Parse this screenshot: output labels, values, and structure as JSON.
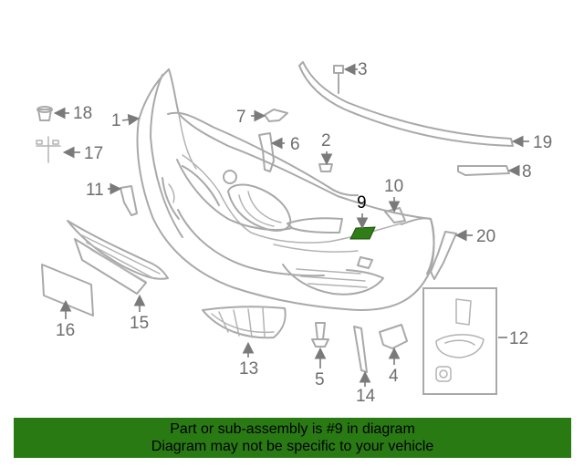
{
  "callouts": {
    "c1": "1",
    "c2": "2",
    "c3": "3",
    "c4": "4",
    "c5": "5",
    "c6": "6",
    "c7": "7",
    "c8": "8",
    "c9": "9",
    "c10": "10",
    "c11": "11",
    "c12": "12",
    "c13": "13",
    "c14": "14",
    "c15": "15",
    "c16": "16",
    "c17": "17",
    "c18": "18",
    "c19": "19",
    "c20": "20"
  },
  "highlight": {
    "part": "9",
    "color": "#2e7d17"
  },
  "colors": {
    "banner": "#2a7a14",
    "linework": "#a9a9a9"
  },
  "banner": {
    "line1": "Part or sub-assembly is #9 in diagram",
    "line2": "Diagram may not be specific to your vehicle"
  }
}
